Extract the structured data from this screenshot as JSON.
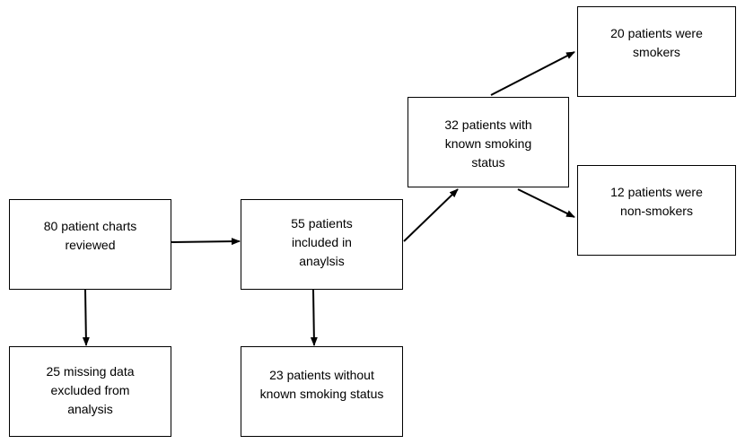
{
  "flowchart": {
    "nodes": {
      "charts_reviewed": "80 patient charts\nreviewed",
      "included": "55 patients\nincluded in\nanaylsis",
      "known_status": "32 patients with\nknown smoking\nstatus",
      "smokers": "20 patients were\nsmokers",
      "non_smokers": "12 patients were\nnon-smokers",
      "missing": "25 missing data\nexcluded from\nanalysis",
      "without_status": "23 patients without\nknown smoking status"
    },
    "edges": [
      {
        "from": "charts_reviewed",
        "to": "included"
      },
      {
        "from": "charts_reviewed",
        "to": "missing"
      },
      {
        "from": "included",
        "to": "known_status"
      },
      {
        "from": "included",
        "to": "without_status"
      },
      {
        "from": "known_status",
        "to": "smokers"
      },
      {
        "from": "known_status",
        "to": "non_smokers"
      }
    ],
    "colors": {
      "line": "#000000",
      "box_border": "#000000",
      "background": "#ffffff"
    }
  }
}
